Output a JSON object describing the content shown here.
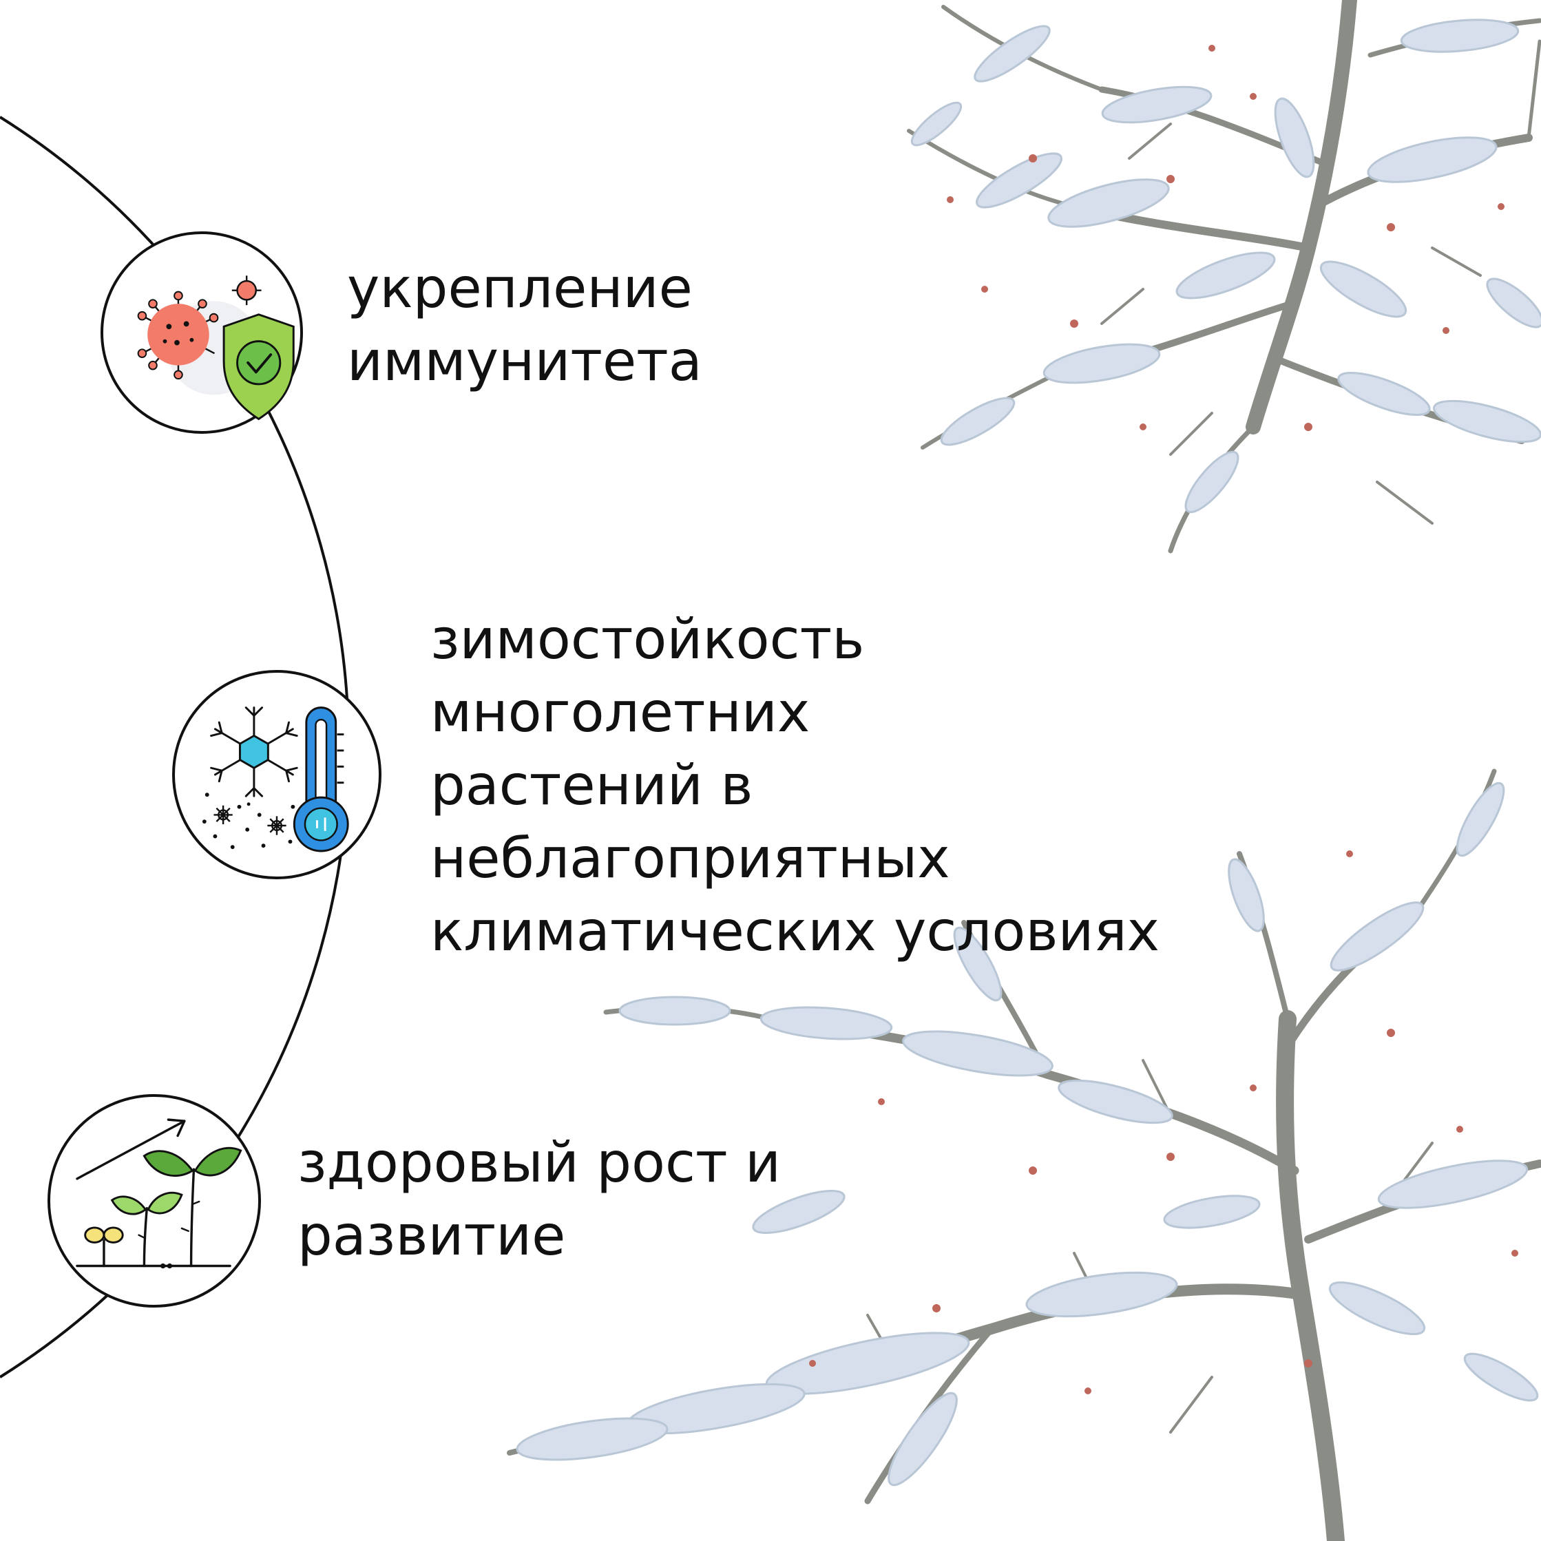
{
  "features": [
    {
      "id": "immunity",
      "icon": "virus-shield-icon",
      "lines": [
        "укрепление",
        "иммунитета"
      ]
    },
    {
      "id": "frost",
      "icon": "snowflake-thermometer-icon",
      "lines": [
        "зимостойкость",
        "многолетних",
        "растений в",
        "неблагоприятных",
        "климатических условиях"
      ]
    },
    {
      "id": "growth",
      "icon": "sprout-growth-icon",
      "lines": [
        "здоровый рост и",
        "развитие"
      ]
    }
  ],
  "colors": {
    "outline": "#111111",
    "virus": "#f27b6a",
    "shield": "#9bd14f",
    "shield_inner": "#6cc04a",
    "ice": "#3fc3e0",
    "thermometer": "#2f8fe0",
    "leaf": "#5aa93a",
    "leaf_light": "#9cd86a",
    "seed": "#f6e27a",
    "snow": "#d6dfeb",
    "bark": "#8a8d86"
  }
}
